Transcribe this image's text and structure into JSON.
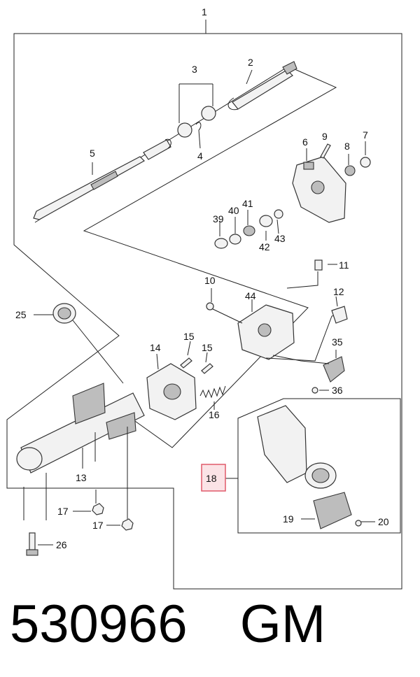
{
  "callouts": [
    {
      "id": "c1",
      "label": "1"
    },
    {
      "id": "c2",
      "label": "2"
    },
    {
      "id": "c3",
      "label": "3"
    },
    {
      "id": "c4",
      "label": "4"
    },
    {
      "id": "c5",
      "label": "5"
    },
    {
      "id": "c6",
      "label": "6"
    },
    {
      "id": "c7",
      "label": "7"
    },
    {
      "id": "c8",
      "label": "8"
    },
    {
      "id": "c9",
      "label": "9"
    },
    {
      "id": "c10",
      "label": "10"
    },
    {
      "id": "c11",
      "label": "11"
    },
    {
      "id": "c12",
      "label": "12"
    },
    {
      "id": "c13",
      "label": "13"
    },
    {
      "id": "c14",
      "label": "14"
    },
    {
      "id": "c15a",
      "label": "15"
    },
    {
      "id": "c15b",
      "label": "15"
    },
    {
      "id": "c16",
      "label": "16"
    },
    {
      "id": "c17a",
      "label": "17"
    },
    {
      "id": "c17b",
      "label": "17"
    },
    {
      "id": "c18",
      "label": "18",
      "highlighted": true
    },
    {
      "id": "c19",
      "label": "19"
    },
    {
      "id": "c20",
      "label": "20"
    },
    {
      "id": "c25",
      "label": "25"
    },
    {
      "id": "c26",
      "label": "26"
    },
    {
      "id": "c35",
      "label": "35"
    },
    {
      "id": "c36",
      "label": "36"
    },
    {
      "id": "c39",
      "label": "39"
    },
    {
      "id": "c40",
      "label": "40"
    },
    {
      "id": "c41",
      "label": "41"
    },
    {
      "id": "c42",
      "label": "42"
    },
    {
      "id": "c43",
      "label": "43"
    },
    {
      "id": "c44",
      "label": "44"
    }
  ],
  "highlight_color": "#e05a6a",
  "highlight_fill": "#fbe3e6",
  "footer": {
    "part_number": "530966",
    "brand": "GM"
  }
}
